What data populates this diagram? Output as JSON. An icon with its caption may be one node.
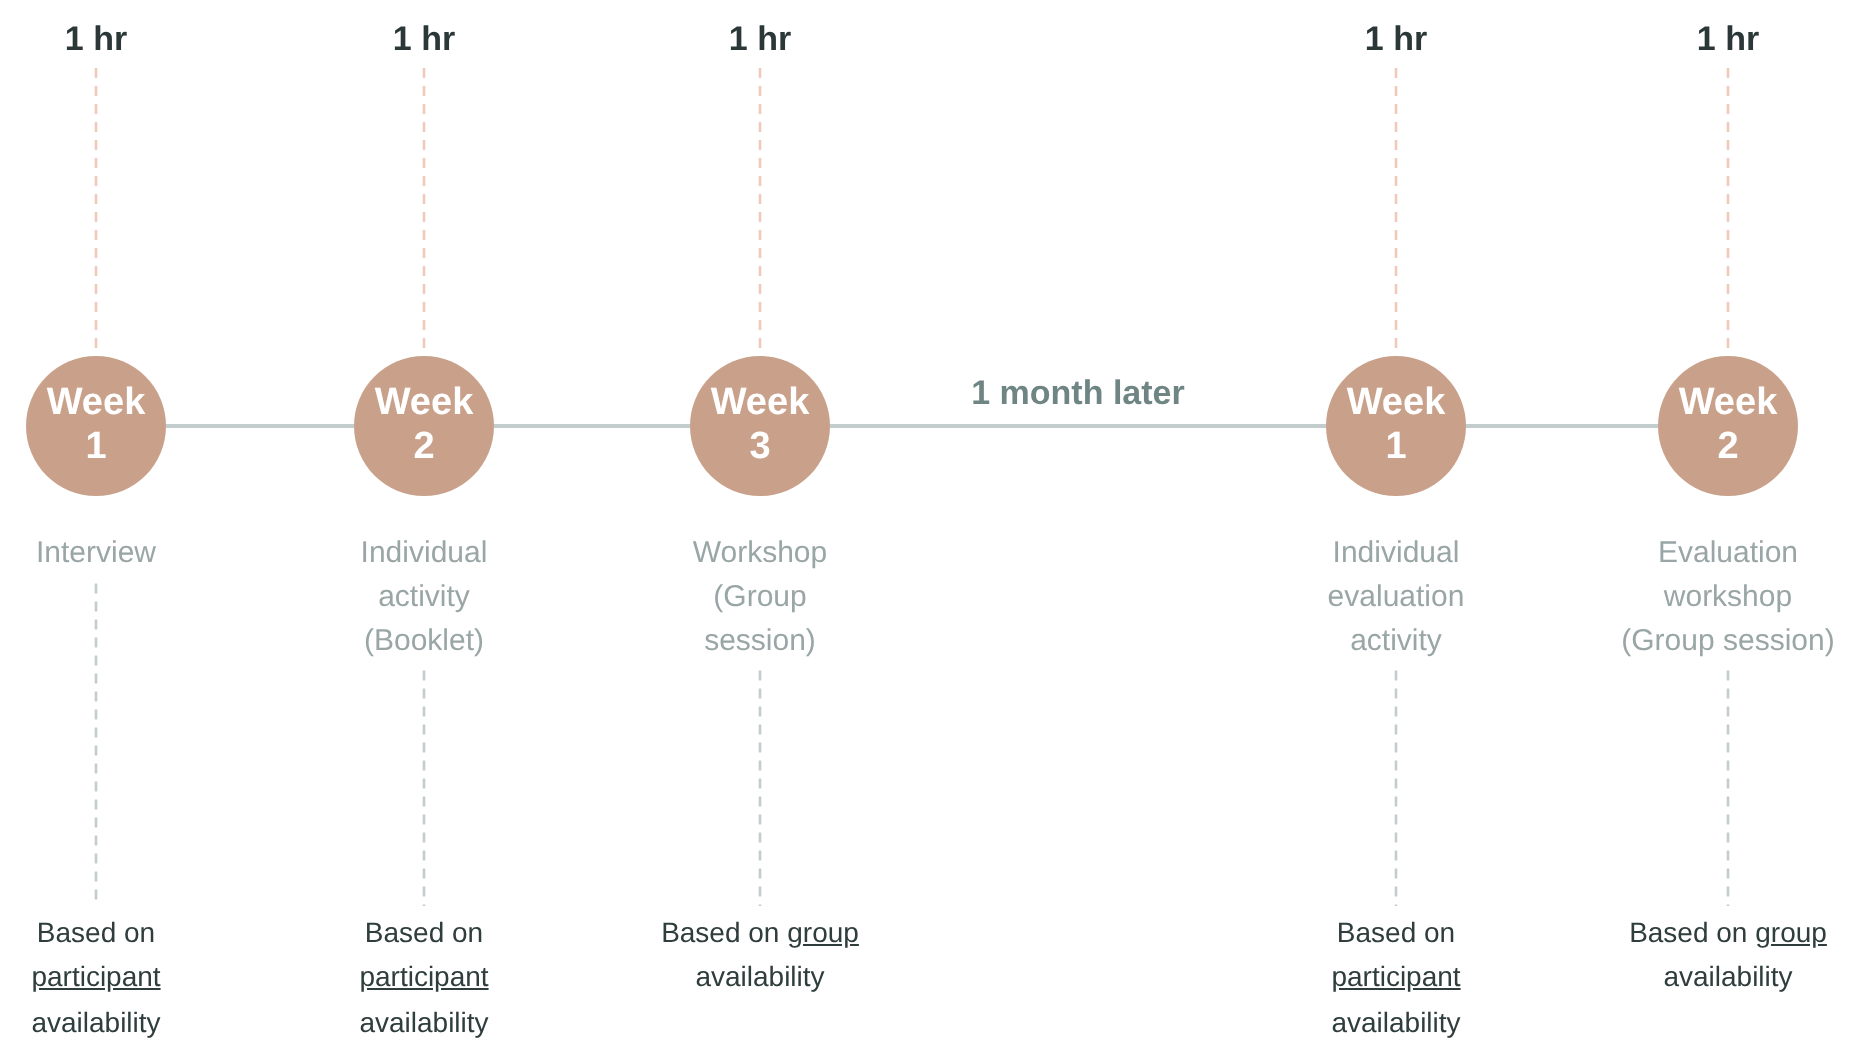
{
  "diagram": {
    "nodes": [
      {
        "text": [
          "1 hr"
        ]
      },
      {
        "text": [
          "Week 1"
        ]
      },
      {
        "text": [
          "Interview"
        ]
      },
      {
        "text": [
          "Based on *participant* availability"
        ]
      },
      {
        "text": [
          "1 hr"
        ]
      },
      {
        "text": [
          "Week 2"
        ]
      },
      {
        "text": [
          "Individual activity (Booklet)"
        ]
      },
      {
        "text": [
          "Based on *participant* availability"
        ]
      },
      {
        "text": [
          "1 hr"
        ]
      },
      {
        "text": [
          "Week 3"
        ]
      },
      {
        "text": [
          "Workshop (Group session)"
        ]
      },
      {
        "text": [
          "Based on *group* availability"
        ]
      },
      {
        "text": [
          "1 hr"
        ]
      },
      {
        "text": [
          "Week 1"
        ]
      },
      {
        "text": [
          "Individual evaluation activity"
        ]
      },
      {
        "text": [
          "Based on *participant* availability"
        ]
      },
      {
        "text": [
          "1 hr"
        ]
      },
      {
        "text": [
          "Week 2"
        ]
      },
      {
        "text": [
          "Evaluation workshop (Group session)"
        ]
      },
      {
        "text": [
          "Based on *group* availability"
        ]
      }
    ],
    "edges": [
      {
        "from": 0,
        "to": 1,
        "arrow": "none",
        "style": "dashed",
        "color": "#efcab8"
      },
      {
        "from": 2,
        "to": 3,
        "arrow": "none",
        "style": "dashed"
      },
      {
        "from": 4,
        "to": 5,
        "arrow": "none",
        "style": "dashed",
        "color": "#efcab8"
      },
      {
        "from": 6,
        "to": 7,
        "arrow": "none",
        "style": "dashed"
      },
      {
        "from": 8,
        "to": 9,
        "arrow": "none",
        "style": "dashed",
        "color": "#efcab8"
      },
      {
        "from": 10,
        "to": 11,
        "arrow": "none",
        "style": "dashed"
      },
      {
        "from": 12,
        "to": 13,
        "arrow": "none",
        "style": "dashed",
        "color": "#efcab8"
      },
      {
        "from": 14,
        "to": 15,
        "arrow": "none",
        "style": "dashed"
      },
      {
        "from": 16,
        "to": 17,
        "arrow": "none",
        "style": "dashed",
        "color": "#efcab8"
      },
      {
        "from": 18,
        "to": 19,
        "arrow": "none",
        "style": "dashed"
      },
      {
        "from": 1,
        "to": 5,
        "arrow": "none"
      },
      {
        "from": 5,
        "to": 9,
        "arrow": "none"
      },
      {
        "from": 9,
        "to": 13,
        "arrow": "none",
        "label": "1 month later"
      },
      {
        "from": 13,
        "to": 17,
        "arrow": "none"
      }
    ]
  }
}
